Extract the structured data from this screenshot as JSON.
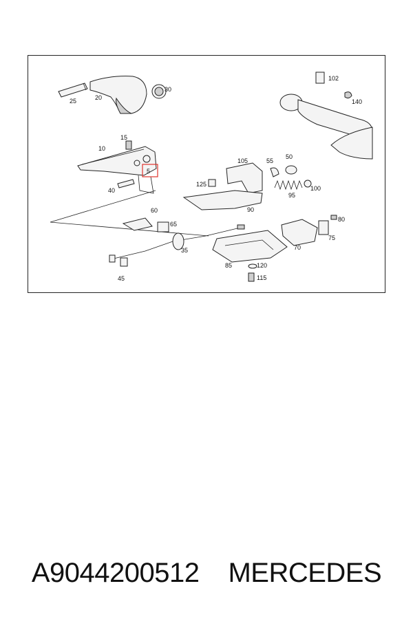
{
  "diagram": {
    "callouts": {
      "c25": "25",
      "c20": "20",
      "c30": "30",
      "c102": "102",
      "c140": "140",
      "c15": "15",
      "c10": "10",
      "c5": "5",
      "c40": "40",
      "c105": "105",
      "c55": "55",
      "c50": "50",
      "c125": "125",
      "c100": "100",
      "c95": "95",
      "c90": "90",
      "c60": "60",
      "c65": "65",
      "c80": "80",
      "c75": "75",
      "c70": "70",
      "c35": "35",
      "c120": "120",
      "c85": "85",
      "c45": "45",
      "c115": "115"
    },
    "highlight_color": "#e0342c"
  },
  "caption": {
    "part_number": "A9044200512",
    "brand": "MERCEDES"
  }
}
